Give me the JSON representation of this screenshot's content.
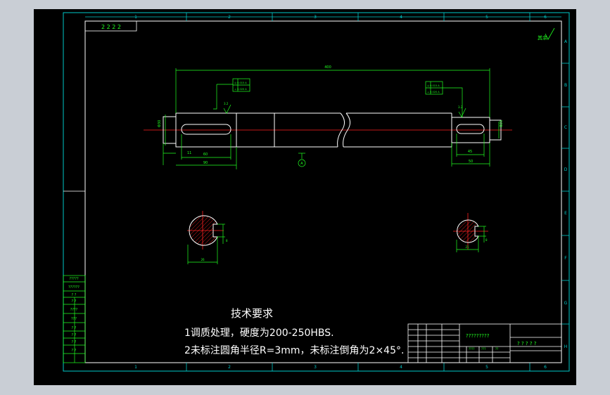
{
  "drawing": {
    "colors": {
      "background": "#000000",
      "frame": "#00c8c8",
      "outline": "#ffffff",
      "centerline": "#ff2020",
      "dimension": "#20ff20",
      "section_hatch": "#ff2020",
      "notes": "#ffffff"
    },
    "zone_numbers_top": [
      "1",
      "2",
      "3",
      "4",
      "5",
      "6"
    ],
    "zone_numbers_bottom": [
      "1",
      "2",
      "3",
      "4",
      "5",
      "6"
    ],
    "zone_letters_right": [
      "A",
      "B",
      "C",
      "D",
      "E",
      "F",
      "G",
      "H"
    ],
    "corner_box_text": "2 2 2 2",
    "roughness_symbol_text": "其余",
    "dimension_labels": {
      "overall_length": "400",
      "left_diameter": "Φ30",
      "left_key_length": "60",
      "left_shoulder_length": "90",
      "left_offset": "11",
      "left_roughness": "3.2",
      "right_diameter": "Φ25",
      "right_key_length": "45",
      "right_shoulder_length": "50",
      "right_roughness": "3.2",
      "datum_label": "A",
      "left_section_width": "8",
      "left_section_depth": "26",
      "right_section_width": "8",
      "right_section_depth": "21"
    },
    "tolerance_frame_left": [
      "◎ 0.015 A",
      "⊥ 0.020 A"
    ],
    "tolerance_frame_right": [
      "◎ 0.015 A",
      "⊥ 0.020 A"
    ],
    "technical_requirements": {
      "title": "技术要求",
      "lines": [
        "1调质处理，硬度为200-250HBS.",
        "2未标注圆角半径R=3mm，未标注倒角为2×45°."
      ]
    },
    "title_block": {
      "name_cell": "?????????",
      "drawing_cell": "? ? ? ? ?",
      "small_cells": [
        "????",
        "???",
        "??"
      ]
    },
    "left_revision_strip": [
      "?????",
      "??????",
      "? ?",
      "? ?",
      "????",
      "???",
      "? ?",
      "? ?",
      "? ?",
      "? ?"
    ]
  }
}
